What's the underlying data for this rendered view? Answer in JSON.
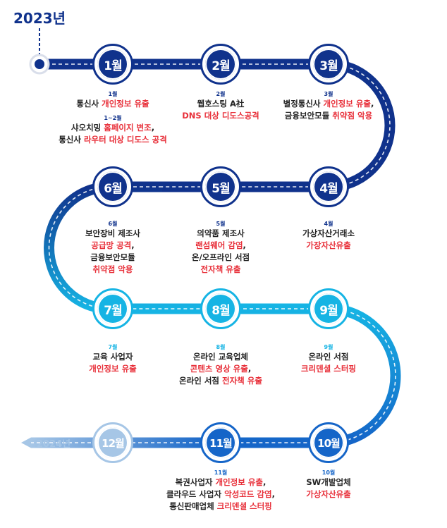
{
  "start_year": "2023년",
  "end_year": "2024년",
  "colors": {
    "dark_blue": "#10328c",
    "mid_blue": "#1565c8",
    "cyan": "#16b4e4",
    "light_blue": "#a6c6e6",
    "red": "#e8303a",
    "text": "#222222"
  },
  "months": [
    {
      "label": "1월",
      "tone": "dark"
    },
    {
      "label": "2월",
      "tone": "dark"
    },
    {
      "label": "3월",
      "tone": "dark"
    },
    {
      "label": "4월",
      "tone": "dark"
    },
    {
      "label": "5월",
      "tone": "dark"
    },
    {
      "label": "6월",
      "tone": "dark"
    },
    {
      "label": "7월",
      "tone": "cyan"
    },
    {
      "label": "8월",
      "tone": "cyan"
    },
    {
      "label": "9월",
      "tone": "cyan"
    },
    {
      "label": "10월",
      "tone": "mid"
    },
    {
      "label": "11월",
      "tone": "mid"
    },
    {
      "label": "12월",
      "tone": "light"
    }
  ],
  "events": [
    {
      "tone": "dark",
      "blocks": [
        {
          "label": "1월",
          "lines": [
            [
              {
                "t": "통신사 "
              },
              {
                "t": "개인정보 유출",
                "r": true
              }
            ]
          ]
        },
        {
          "label": "1~2월",
          "lines": [
            [
              {
                "t": "샤오치밍 "
              },
              {
                "t": "홈페이지 변조",
                "r": true
              },
              {
                "t": ","
              }
            ],
            [
              {
                "t": "통신사 "
              },
              {
                "t": "라우터 대상 디도스 공격",
                "r": true
              }
            ]
          ]
        }
      ]
    },
    {
      "tone": "dark",
      "blocks": [
        {
          "label": "2월",
          "lines": [
            [
              {
                "t": "웹호스팅 A社"
              }
            ],
            [
              {
                "t": "DNS 대상 디도스공격",
                "r": true
              }
            ]
          ]
        }
      ]
    },
    {
      "tone": "dark",
      "blocks": [
        {
          "label": "3월",
          "lines": [
            [
              {
                "t": "별정통신사 "
              },
              {
                "t": "개인정보 유출",
                "r": true
              },
              {
                "t": ","
              }
            ],
            [
              {
                "t": "금융보안모듈 "
              },
              {
                "t": "취약점 악용",
                "r": true
              }
            ]
          ]
        }
      ]
    },
    {
      "tone": "dark",
      "blocks": [
        {
          "label": "4월",
          "lines": [
            [
              {
                "t": "가상자산거래소"
              }
            ],
            [
              {
                "t": "가장자산유출",
                "r": true
              }
            ]
          ]
        }
      ]
    },
    {
      "tone": "dark",
      "blocks": [
        {
          "label": "5월",
          "lines": [
            [
              {
                "t": "의약품 제조사"
              }
            ],
            [
              {
                "t": "랜섬웨어 감염",
                "r": true
              },
              {
                "t": ","
              }
            ],
            [
              {
                "t": "온/오프라인 서점"
              }
            ],
            [
              {
                "t": "전자책 유출",
                "r": true
              }
            ]
          ]
        }
      ]
    },
    {
      "tone": "dark",
      "blocks": [
        {
          "label": "6월",
          "lines": [
            [
              {
                "t": "보안장비 제조사"
              }
            ],
            [
              {
                "t": "공급망 공격",
                "r": true
              },
              {
                "t": ","
              }
            ],
            [
              {
                "t": "금융보안모듈"
              }
            ],
            [
              {
                "t": "취약점 악용",
                "r": true
              }
            ]
          ]
        }
      ]
    },
    {
      "tone": "cyan",
      "blocks": [
        {
          "label": "7월",
          "lines": [
            [
              {
                "t": "교육 사업자"
              }
            ],
            [
              {
                "t": "개인정보 유출",
                "r": true
              }
            ]
          ]
        }
      ]
    },
    {
      "tone": "cyan",
      "blocks": [
        {
          "label": "8월",
          "lines": [
            [
              {
                "t": "온라인 교육업체"
              }
            ],
            [
              {
                "t": "콘텐츠 영상 유출",
                "r": true
              },
              {
                "t": ","
              }
            ],
            [
              {
                "t": "온라인 서점 "
              },
              {
                "t": "전자책 유출",
                "r": true
              }
            ]
          ]
        }
      ]
    },
    {
      "tone": "cyan",
      "blocks": [
        {
          "label": "9월",
          "lines": [
            [
              {
                "t": "온라인 서점"
              }
            ],
            [
              {
                "t": "크리덴셜 스터핑",
                "r": true
              }
            ]
          ]
        }
      ]
    },
    {
      "tone": "mid",
      "blocks": [
        {
          "label": "10월",
          "lines": [
            [
              {
                "t": "SW개발업체"
              }
            ],
            [
              {
                "t": "가상자산유출",
                "r": true
              }
            ]
          ]
        }
      ]
    },
    {
      "tone": "mid",
      "blocks": [
        {
          "label": "11월",
          "lines": [
            [
              {
                "t": "복권사업자 "
              },
              {
                "t": "개인정보 유출",
                "r": true
              },
              {
                "t": ","
              }
            ],
            [
              {
                "t": "클라우드 사업자 "
              },
              {
                "t": "악성코드 감염",
                "r": true
              },
              {
                "t": ","
              }
            ],
            [
              {
                "t": "통신판매업체 "
              },
              {
                "t": "크리덴셜 스터핑",
                "r": true
              }
            ]
          ]
        }
      ]
    }
  ]
}
